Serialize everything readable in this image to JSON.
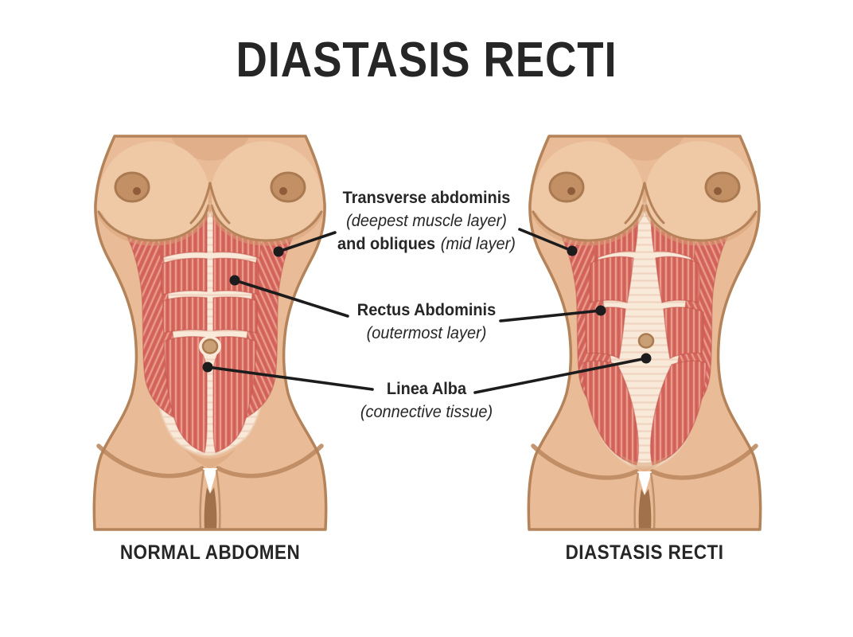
{
  "title": "DIASTASIS RECTI",
  "annotations": {
    "transverse": {
      "name": "Transverse abdominis",
      "detail": "(deepest muscle layer)",
      "extra": "and obliques",
      "extra_detail": "(mid layer)"
    },
    "rectus": {
      "name": "Rectus Abdominis",
      "detail": "(outermost layer)"
    },
    "linea": {
      "name": "Linea Alba",
      "detail": "(connective tissue)"
    }
  },
  "captions": {
    "normal": "NORMAL ABDOMEN",
    "diastasis": "DIASTASIS RECTI"
  },
  "colors": {
    "background": "#ffffff",
    "text": "#262626",
    "leader": "#1c1c1c",
    "skin": "#e9bb97",
    "skin_light": "#efc8a5",
    "skin_shadow": "#d8a278",
    "outline": "#b5835a",
    "muscle": "#d5675e",
    "muscle_light": "#ea9c8d",
    "muscle_dark": "#c2544b",
    "cream": "#f9e9d8",
    "cream_stripe": "#f0d3c0",
    "areola": "#c39066",
    "areola_ring": "#aa7a50",
    "nipple": "#8d5c3a",
    "navel": "#c9a075",
    "navel_ring": "#aa7a50",
    "groin": "#a0714a",
    "crease": "#bd8a60"
  }
}
